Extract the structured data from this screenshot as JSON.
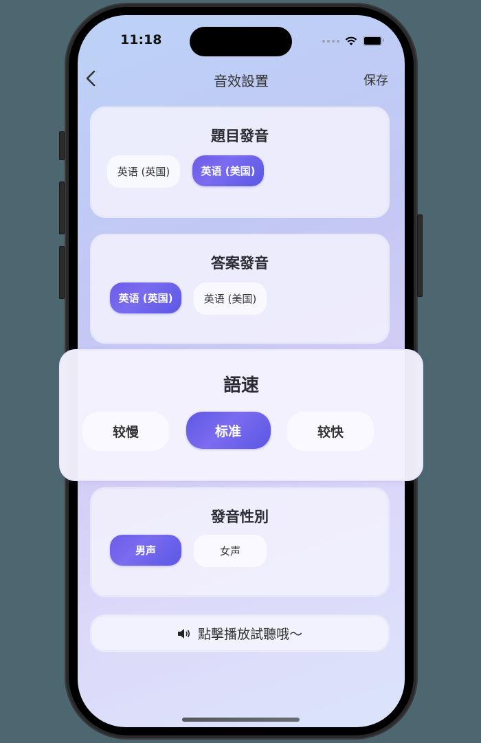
{
  "status_bar": {
    "time": "11:18",
    "icons": [
      "signal-dots-icon",
      "wifi-icon",
      "battery-icon"
    ]
  },
  "navbar": {
    "back_icon": "chevron-left-icon",
    "title": "音效設置",
    "save_label": "保存"
  },
  "sections": {
    "question_pronunciation": {
      "title": "題目發音",
      "options": [
        {
          "label": "英语 (英国)",
          "selected": false
        },
        {
          "label": "英语 (美国)",
          "selected": true
        }
      ]
    },
    "answer_pronunciation": {
      "title": "答案發音",
      "options": [
        {
          "label": "英语 (英国)",
          "selected": true
        },
        {
          "label": "英语 (美国)",
          "selected": false
        }
      ]
    },
    "speed": {
      "title": "語速",
      "options": [
        {
          "label": "较慢",
          "selected": false
        },
        {
          "label": "标准",
          "selected": true
        },
        {
          "label": "较快",
          "selected": false
        }
      ]
    },
    "voice_gender": {
      "title": "發音性別",
      "options": [
        {
          "label": "男声",
          "selected": true
        },
        {
          "label": "女声",
          "selected": false
        }
      ]
    }
  },
  "play_preview": {
    "icon": "speaker-icon",
    "label": "點擊播放試聽哦～"
  },
  "colors": {
    "accent": "#6c5ce7",
    "title_text": "#2b2b33",
    "background_top": "#bcd2f7",
    "background_bottom": "#dbe4fb"
  }
}
